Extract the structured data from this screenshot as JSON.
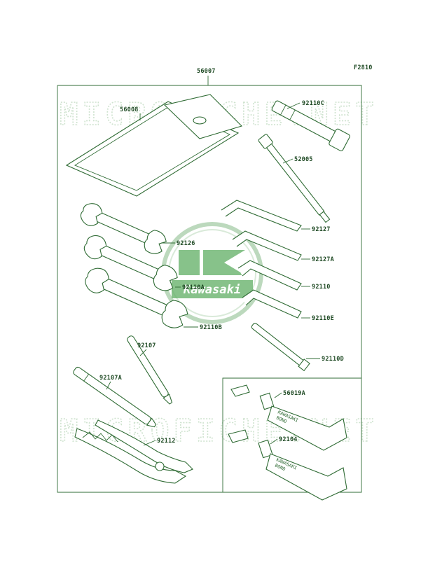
{
  "figure_code": "F2810",
  "watermark_text": "MICROFICHE.NET",
  "logo": {
    "text": "Kawasaki",
    "color": "#2e8b3a"
  },
  "colors": {
    "line": "#2f6b34",
    "label": "#1f4a24",
    "watermark": "#cfe3cf"
  },
  "parts": [
    {
      "number": "56007"
    },
    {
      "number": "56008"
    },
    {
      "number": "92110C"
    },
    {
      "number": "52005"
    },
    {
      "number": "92127"
    },
    {
      "number": "92127A"
    },
    {
      "number": "92110"
    },
    {
      "number": "92110E"
    },
    {
      "number": "92110D"
    },
    {
      "number": "92126"
    },
    {
      "number": "92110A"
    },
    {
      "number": "92110B"
    },
    {
      "number": "92107"
    },
    {
      "number": "92107A"
    },
    {
      "number": "92112"
    },
    {
      "number": "56019A"
    },
    {
      "number": "92104"
    }
  ],
  "tube_labels": [
    {
      "brand": "KAWASAKI",
      "product": "BOND"
    },
    {
      "brand": "KAWASAKI",
      "product": "BOND"
    }
  ]
}
